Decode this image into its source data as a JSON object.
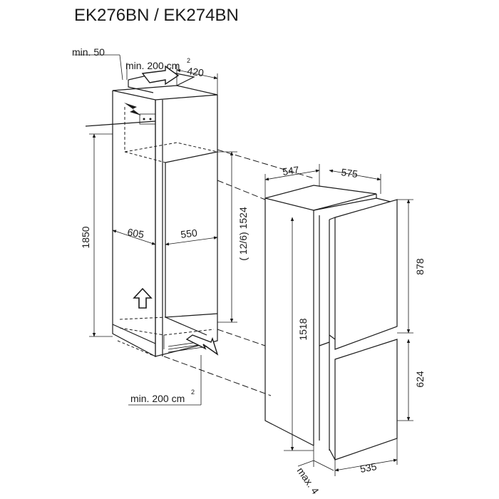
{
  "title": "EK276BN / EK274BN",
  "niche": {
    "top_offset_label": "min. 50",
    "top_vent_label": "min. 200 cm",
    "top_vent_superscript": "2",
    "depth_top_label": "420",
    "height_label": "1850",
    "width_label": "605",
    "depth_label": "550",
    "inner_height_label": "( 12/6) 1524",
    "bottom_vent_label": "min. 200 cm",
    "bottom_vent_superscript": "2"
  },
  "appliance": {
    "depth_label": "547",
    "width_top_label": "575",
    "upper_door_label": "878",
    "lower_door_label": "624",
    "body_height_label": "1518",
    "bottom_width_label": "535",
    "gap_label": "max. 4"
  },
  "icons": {
    "electrical": "lightning-icon",
    "direction": "up-arrow-icon",
    "airflow": "airflow-arrow-icon"
  }
}
